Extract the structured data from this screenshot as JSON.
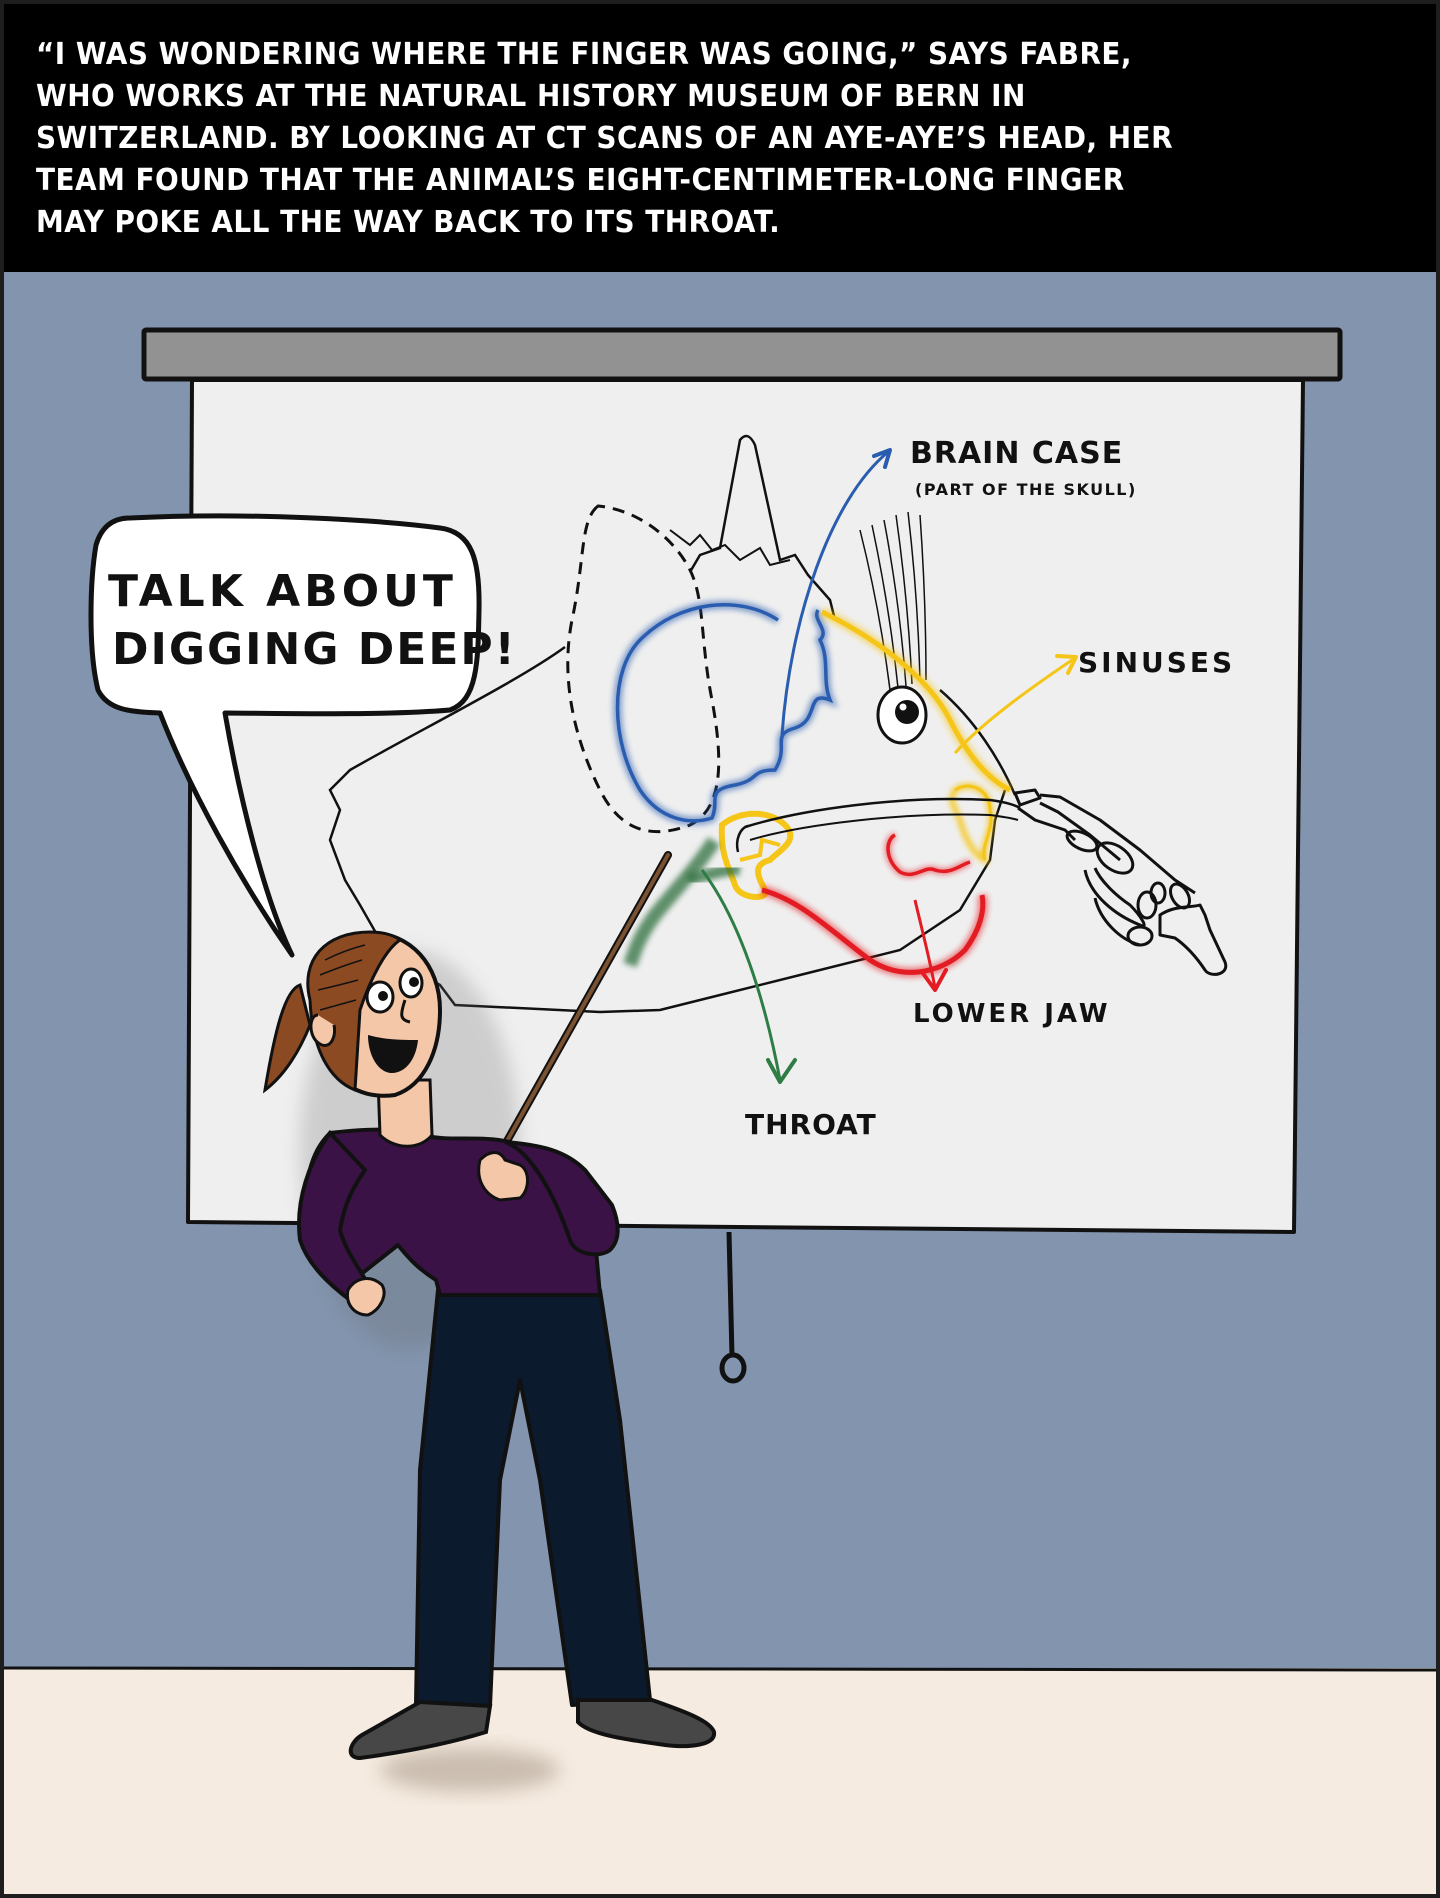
{
  "caption": {
    "lines": [
      "“I WAS WONDERING WHERE THE FINGER WAS GOING,” SAYS FABRE,",
      "WHO WORKS AT THE NATURAL HISTORY MUSEUM OF BERN IN",
      "SWITZERLAND. BY LOOKING AT CT SCANS OF AN AYE-AYE’S HEAD, HER",
      "TEAM FOUND THAT THE ANIMAL’S EIGHT-CENTIMETER-LONG FINGER",
      "MAY POKE ALL THE WAY BACK TO ITS THROAT."
    ]
  },
  "speech_bubble": {
    "lines": [
      "TALK ABOUT",
      "DIGGING DEEP!"
    ]
  },
  "diagram": {
    "labels": {
      "brain_case": "BRAIN CASE",
      "brain_case_note": "(PART OF THE SKULL)",
      "sinuses": "SINUSES",
      "lower_jaw": "LOWER JAW",
      "throat": "THROAT"
    },
    "colors": {
      "brain_case": "#2a5db0",
      "sinuses": "#f5c518",
      "lower_jaw": "#e31b23",
      "throat": "#2e7d45"
    }
  },
  "scene_colors": {
    "wall": "#8294ae",
    "floor": "#f6ebe0",
    "screen": "#efefef",
    "roller_bar": "#929292",
    "shirt": "#3b1245",
    "pants": "#0b1a2c",
    "hair": "#8b4a22",
    "skin": "#f3c7a8",
    "shoes": "#474747"
  }
}
